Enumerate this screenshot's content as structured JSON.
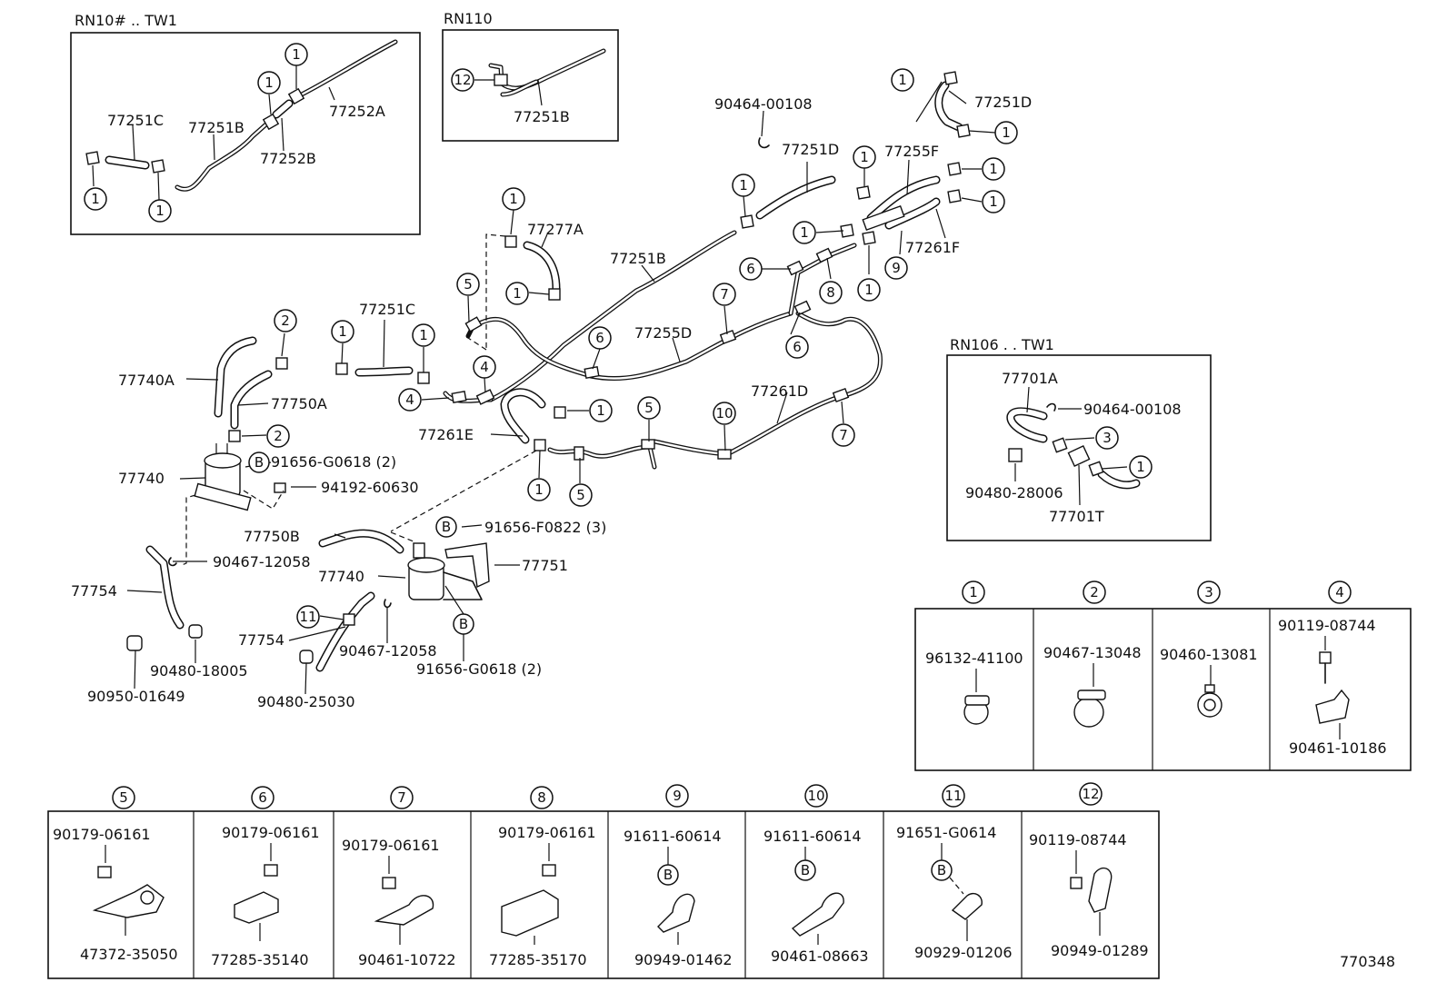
{
  "insets": {
    "rn10": {
      "title": "RN10# .. TW1"
    },
    "rn110": {
      "title": "RN110"
    },
    "rn106": {
      "title": "RN106 . . TW1"
    }
  },
  "callout_marks": {
    "c1": "1",
    "c2": "2",
    "c3": "3",
    "c4": "4",
    "c5": "5",
    "c6": "6",
    "c7": "7",
    "c8": "8",
    "c9": "9",
    "c10": "10",
    "c11": "11",
    "c12": "12",
    "cB": "B"
  },
  "labels": {
    "p77251C_a": "77251C",
    "p77251B_a": "77251B",
    "p77252A": "77252A",
    "p77252B": "77252B",
    "p77251B_b": "77251B",
    "p90464_a": "90464-00108",
    "p77251D_a": "77251D",
    "p77251D_b": "77251D",
    "p77255F": "77255F",
    "p77261F": "77261F",
    "p77277A": "77277A",
    "p77251B_c": "77251B",
    "p77251C_b": "77251C",
    "p77255D": "77255D",
    "p77261D": "77261D",
    "p77261E": "77261E",
    "p77740A": "77740A",
    "p77750A": "77750A",
    "p77740_a": "77740",
    "p91656_a": "91656-G0618 (2)",
    "p94192": "94192-60630",
    "p77750B": "77750B",
    "p91656_F": "91656-F0822 (3)",
    "p77751": "77751",
    "p77740_b": "77740",
    "p90467_a": "90467-12058",
    "p77754_a": "77754",
    "p77754_b": "77754",
    "p90467_b": "90467-12058",
    "p91656_b": "91656-G0618 (2)",
    "p90480_18005": "90480-18005",
    "p90950": "90950-01649",
    "p90480_25030": "90480-25030",
    "p77701A": "77701A",
    "p90464_b": "90464-00108",
    "p90480_28006": "90480-28006",
    "p77701T": "77701T",
    "diagram_id": "770348"
  },
  "legend_top": [
    {
      "mark": "1",
      "parts": [
        "96132-41100"
      ]
    },
    {
      "mark": "2",
      "parts": [
        "90467-13048"
      ]
    },
    {
      "mark": "3",
      "parts": [
        "90460-13081"
      ]
    },
    {
      "mark": "4",
      "parts": [
        "90119-08744",
        "90461-10186"
      ]
    }
  ],
  "legend_bottom": [
    {
      "mark": "5",
      "parts": [
        "90179-06161",
        "47372-35050"
      ]
    },
    {
      "mark": "6",
      "parts": [
        "90179-06161",
        "77285-35140"
      ]
    },
    {
      "mark": "7",
      "parts": [
        "90179-06161",
        "90461-10722"
      ]
    },
    {
      "mark": "8",
      "parts": [
        "90179-06161",
        "77285-35170"
      ]
    },
    {
      "mark": "9",
      "parts": [
        "91611-60614",
        "90949-01462"
      ]
    },
    {
      "mark": "10",
      "parts": [
        "91611-60614",
        "90461-08663"
      ]
    },
    {
      "mark": "11",
      "parts": [
        "91651-G0614",
        "90929-01206"
      ]
    },
    {
      "mark": "12",
      "parts": [
        "90119-08744",
        "90949-01289"
      ]
    }
  ]
}
